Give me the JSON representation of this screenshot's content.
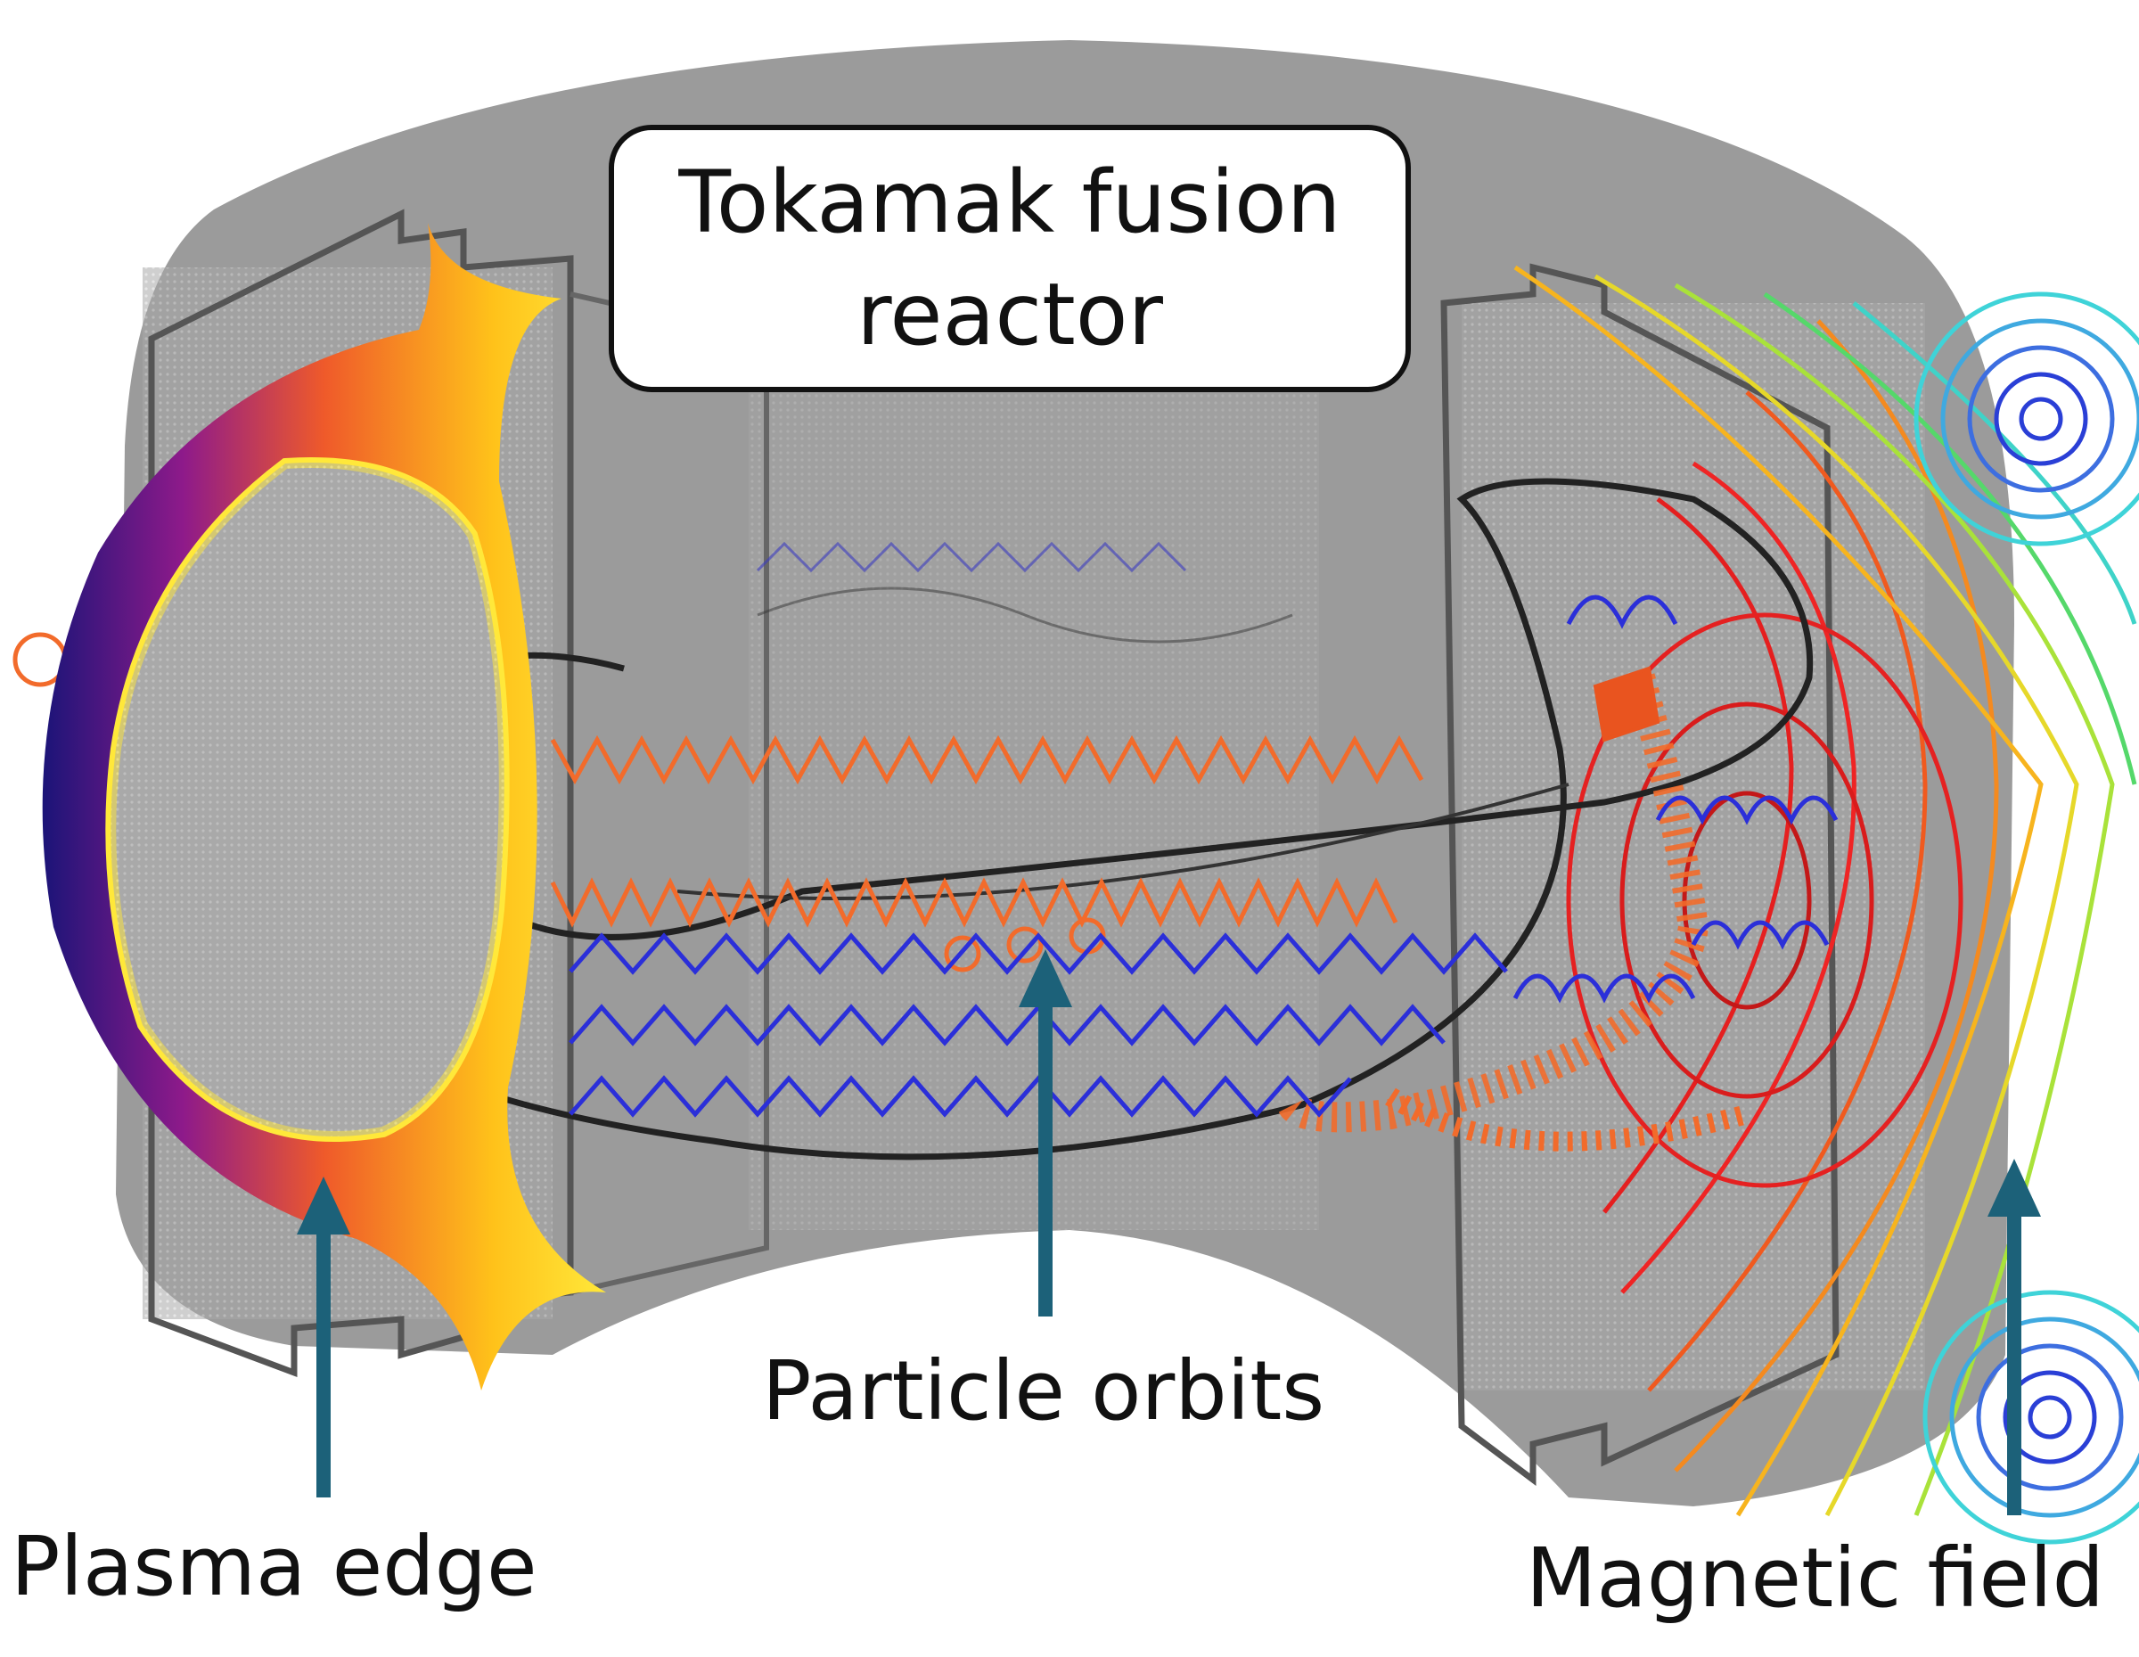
{
  "title": "Tokamak fusion reactor",
  "labels": {
    "plasma_edge": "Plasma edge",
    "particle_orbits": "Particle orbits",
    "magnetic_field": "Magnetic field"
  },
  "colors": {
    "vessel": "#9a9a9a",
    "vessel_outline": "#555555",
    "arrow": "#1c6179",
    "orbit_orange": "#f26b2b",
    "orbit_blue": "#2b2fd9",
    "orbit_black": "#222222",
    "plasma_outer": "#1b1478",
    "plasma_inner": "#ffd21a"
  },
  "icons": [
    "arrow-up-icon",
    "arrow-up-icon",
    "arrow-up-icon"
  ]
}
